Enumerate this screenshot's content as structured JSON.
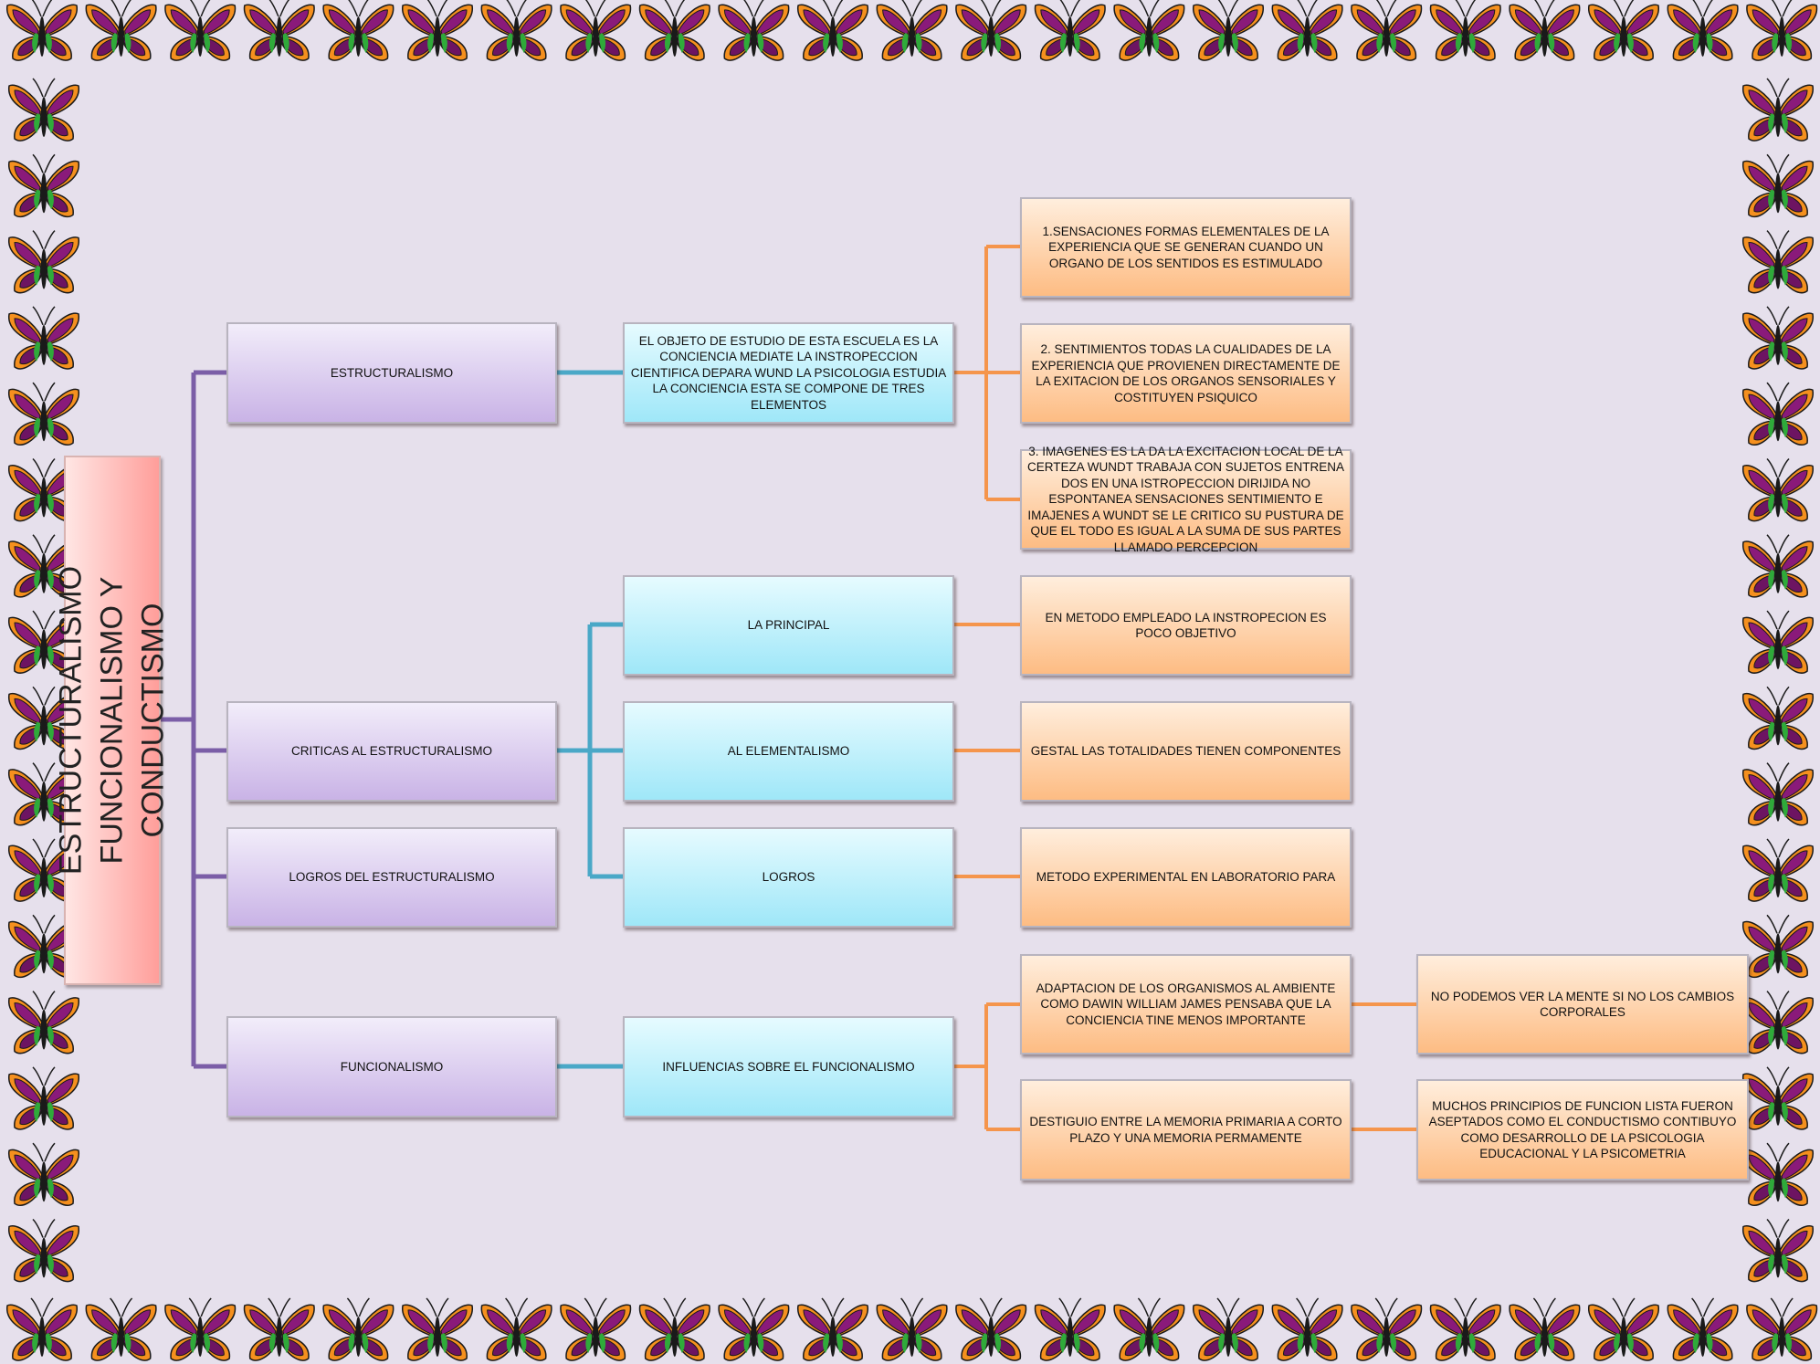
{
  "title": {
    "line1": "ESTRUCTURALISMO",
    "line2": "FUNCIONALISMO Y CONDUCTISMO"
  },
  "level1": {
    "estructuralismo": "ESTRUCTURALISMO",
    "criticas": "CRITICAS AL ESTRUCTURALISMO",
    "logros": "LOGROS DEL ESTRUCTURALISMO",
    "funcionalismo": "FUNCIONALISMO"
  },
  "level2": {
    "objeto": "EL OBJETO DE ESTUDIO DE ESTA ESCUELA ES LA CONCIENCIA MEDIATE LA INSTROPECCION CIENTIFICA DEPARA WUND LA PSICOLOGIA ESTUDIA LA CONCIENCIA ESTA SE COMPONE DE TRES ELEMENTOS",
    "principal": "LA PRINCIPAL",
    "elementalismo": "AL ELEMENTALISMO",
    "logros": "LOGROS",
    "influencias": "INFLUENCIAS SOBRE EL FUNCIONALISMO"
  },
  "level3": {
    "sensaciones": "1.SENSACIONES FORMAS ELEMENTALES DE LA EXPERIENCIA QUE SE GENERAN CUANDO UN ORGANO DE LOS SENTIDOS ES ESTIMULADO",
    "sentimientos": "2. SENTIMIENTOS TODAS LA CUALIDADES DE LA EXPERIENCIA QUE PROVIENEN DIRECTAMENTE DE LA EXITACION DE LOS ORGANOS SENSORIALES Y COSTITUYEN PSIQUICO",
    "imagenes": "3. IMAGENES ES LA DA LA EXCITACION LOCAL DE LA CERTEZA WUNDT TRABAJA CON SUJETOS ENTRENA DOS EN UNA ISTROPECCION DIRIJIDA NO ESPONTANEA SENSACIONES SENTIMIENTO E IMAJENES A WUNDT SE LE CRITICO SU PUSTURA DE QUE EL TODO ES IGUAL A LA SUMA DE SUS PARTES LLAMADO PERCEPCION",
    "metodo": "EN METODO EMPLEADO LA INSTROPECION ES POCO OBJETIVO",
    "gestal": "GESTAL LAS TOTALIDADES TIENEN COMPONENTES",
    "experimental": "METODO EXPERIMENTAL EN LABORATORIO PARA",
    "adaptacion": "ADAPTACION DE LOS ORGANISMOS AL AMBIENTE COMO DAWIN WILLIAM JAMES PENSABA QUE LA CONCIENCIA TINE MENOS IMPORTANTE",
    "memoria": "DESTIGUIO ENTRE LA MEMORIA PRIMARIA A CORTO PLAZO Y UNA MEMORIA PERMAMENTE"
  },
  "level4": {
    "mente": "NO PODEMOS VER LA MENTE SI NO LOS CAMBIOS CORPORALES",
    "principios": "MUCHOS PRINCIPIOS DE FUNCION LISTA FUERON ASEPTADOS COMO EL CONDUCTISMO CONTIBUYO COMO DESARROLLO DE LA PSICOLOGIA EDUCACIONAL Y LA PSICOMETRIA"
  },
  "colors": {
    "background": "#e6e0ec",
    "purple_box": "#c9b3e6",
    "cyan_box": "#9fe7f8",
    "orange_box": "#fdbc83",
    "title_box": "#ff9e9a",
    "purple_line": "#7b5ea7",
    "cyan_line": "#4aa8c7",
    "orange_line": "#f5954c"
  },
  "decoration": {
    "border_icon": "butterfly-icon"
  }
}
